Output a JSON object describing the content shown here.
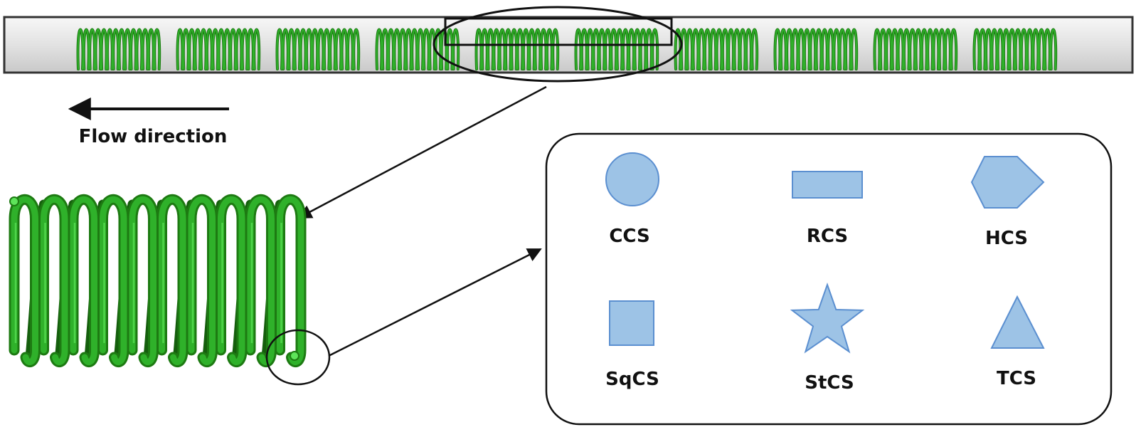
{
  "flow_direction": {
    "label": "Flow direction"
  },
  "cross_sections": [
    {
      "key": "circle",
      "label": "CCS"
    },
    {
      "key": "rectangle",
      "label": "RCS"
    },
    {
      "key": "hexagon",
      "label": "HCS"
    },
    {
      "key": "square",
      "label": "SqCS"
    },
    {
      "key": "star",
      "label": "StCS"
    },
    {
      "key": "triangle",
      "label": "TCS"
    }
  ],
  "pipe": {
    "coil_count": 10
  },
  "colors": {
    "coil_dark": "#1d7a12",
    "coil_mid": "#2fb12a",
    "coil_light": "#5ee45a",
    "shape_fill": "#9dc3e6",
    "shape_stroke": "#5b8fd0",
    "pipe_fill": "#e9e9e9",
    "outline": "#111111"
  }
}
